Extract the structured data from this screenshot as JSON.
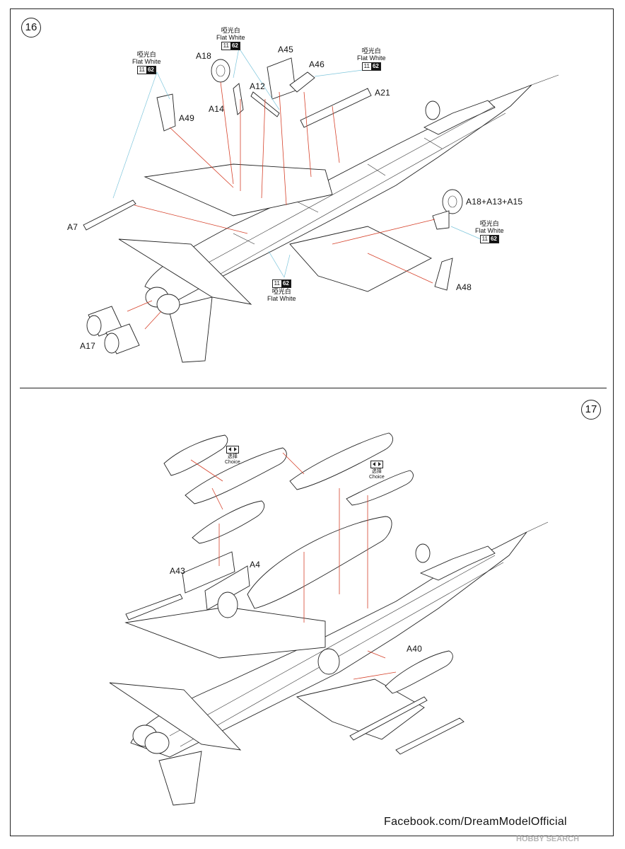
{
  "steps": [
    {
      "number": "16",
      "part_labels": {
        "a18_upper": "A18",
        "a14": "A14",
        "a12": "A12",
        "a45": "A45",
        "a46": "A46",
        "a21": "A21",
        "a49": "A49",
        "a18_combo": "A18+A13+A15",
        "a7": "A7",
        "a48": "A48",
        "a17": "A17"
      },
      "paint_callouts": [
        {
          "name_cn": "啞光白",
          "name_en": "Flat White",
          "code_a": "11",
          "code_b": "62"
        },
        {
          "name_cn": "啞光白",
          "name_en": "Flat White",
          "code_a": "11",
          "code_b": "62"
        },
        {
          "name_cn": "啞光白",
          "name_en": "Flat White",
          "code_a": "11",
          "code_b": "62"
        },
        {
          "name_cn": "啞光白",
          "name_en": "Flat White",
          "code_a": "11",
          "code_b": "62"
        },
        {
          "name_cn": "啞光白",
          "name_en": "Flat White",
          "code_a": "11",
          "code_b": "62"
        }
      ]
    },
    {
      "number": "17",
      "part_labels": {
        "a43": "A43",
        "a4": "A4",
        "a40": "A40"
      },
      "choice_notes": [
        {
          "cn": "选择",
          "en": "Choice"
        },
        {
          "cn": "选择",
          "en": "Choice"
        }
      ]
    }
  ],
  "footer": "Facebook.com/DreamModelOfficial",
  "watermark": "HOBBY SEARCH",
  "colors": {
    "ink": "#222222",
    "leader_red": "#d6422b",
    "leader_blue": "#7fc6dc",
    "paint_chip": "#111111"
  }
}
